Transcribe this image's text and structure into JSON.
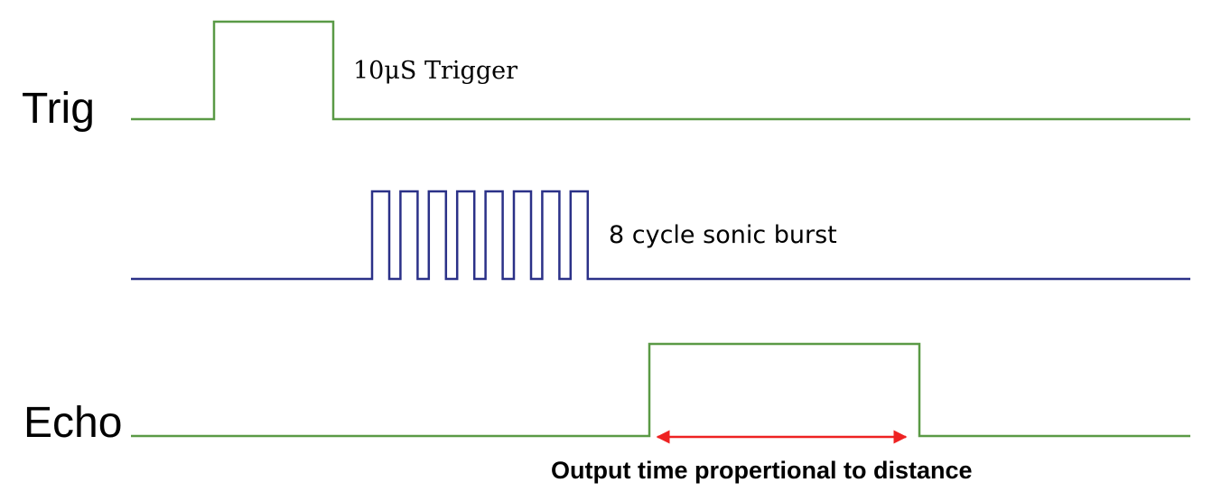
{
  "signals": {
    "trig": {
      "label": "Trig",
      "annotation": "10μS Trigger",
      "color": "#5a9a46"
    },
    "burst": {
      "annotation": "8 cycle sonic burst",
      "cycles": 8,
      "color": "#2b3188"
    },
    "echo": {
      "label": "Echo",
      "color": "#5a9a46"
    }
  },
  "measurement": {
    "label": "Output time propertional to distance",
    "color": "#ee2222"
  }
}
